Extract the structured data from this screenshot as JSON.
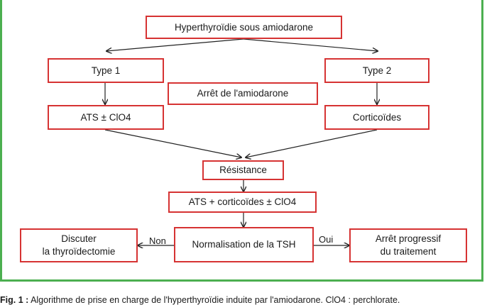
{
  "nodes": {
    "root": "Hyperthyroïdie  sous amiodarone",
    "type1": "Type 1",
    "type2": "Type 2",
    "stop": "Arrêt de l'amiodarone",
    "ats": "ATS ± ClO4",
    "cortico": "Corticoïdes",
    "resistance": "Résistance",
    "combo": "ATS + corticoïdes ± ClO4",
    "tsh": "Normalisation de la TSH",
    "thyro_line1": "Discuter",
    "thyro_line2": "la thyroïdectomie",
    "arret_line1": "Arrêt progressif",
    "arret_line2": "du traitement"
  },
  "edges": {
    "non": "Non",
    "oui": "Oui"
  },
  "caption": {
    "label": "Fig. 1 :",
    "text": " Algorithme de prise en charge de l'hyperthyroïdie induite par l'amiodarone. ClO4 : perchlorate."
  },
  "colors": {
    "frame": "#4caf50",
    "box_border": "#d63333",
    "arrow": "#222222"
  }
}
